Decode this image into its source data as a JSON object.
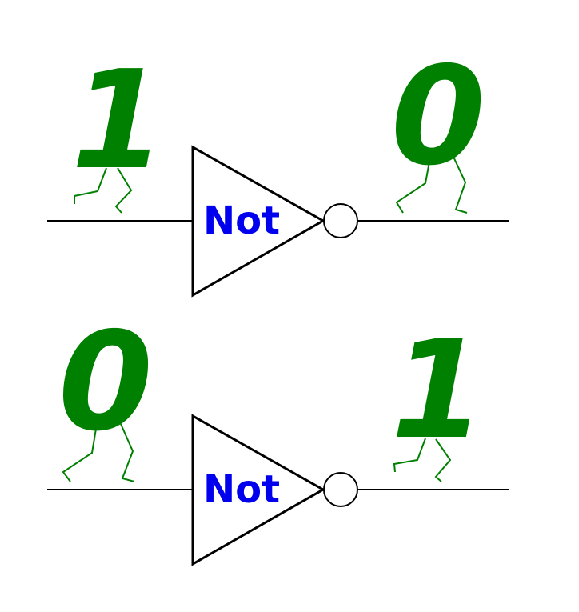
{
  "colors": {
    "digit": "#008000",
    "label": "#0000ee",
    "line": "#000000",
    "background": "#ffffff"
  },
  "gates": [
    {
      "label": "Not",
      "input_digit": "1",
      "output_digit": "0"
    },
    {
      "label": "Not",
      "input_digit": "0",
      "output_digit": "1"
    }
  ]
}
